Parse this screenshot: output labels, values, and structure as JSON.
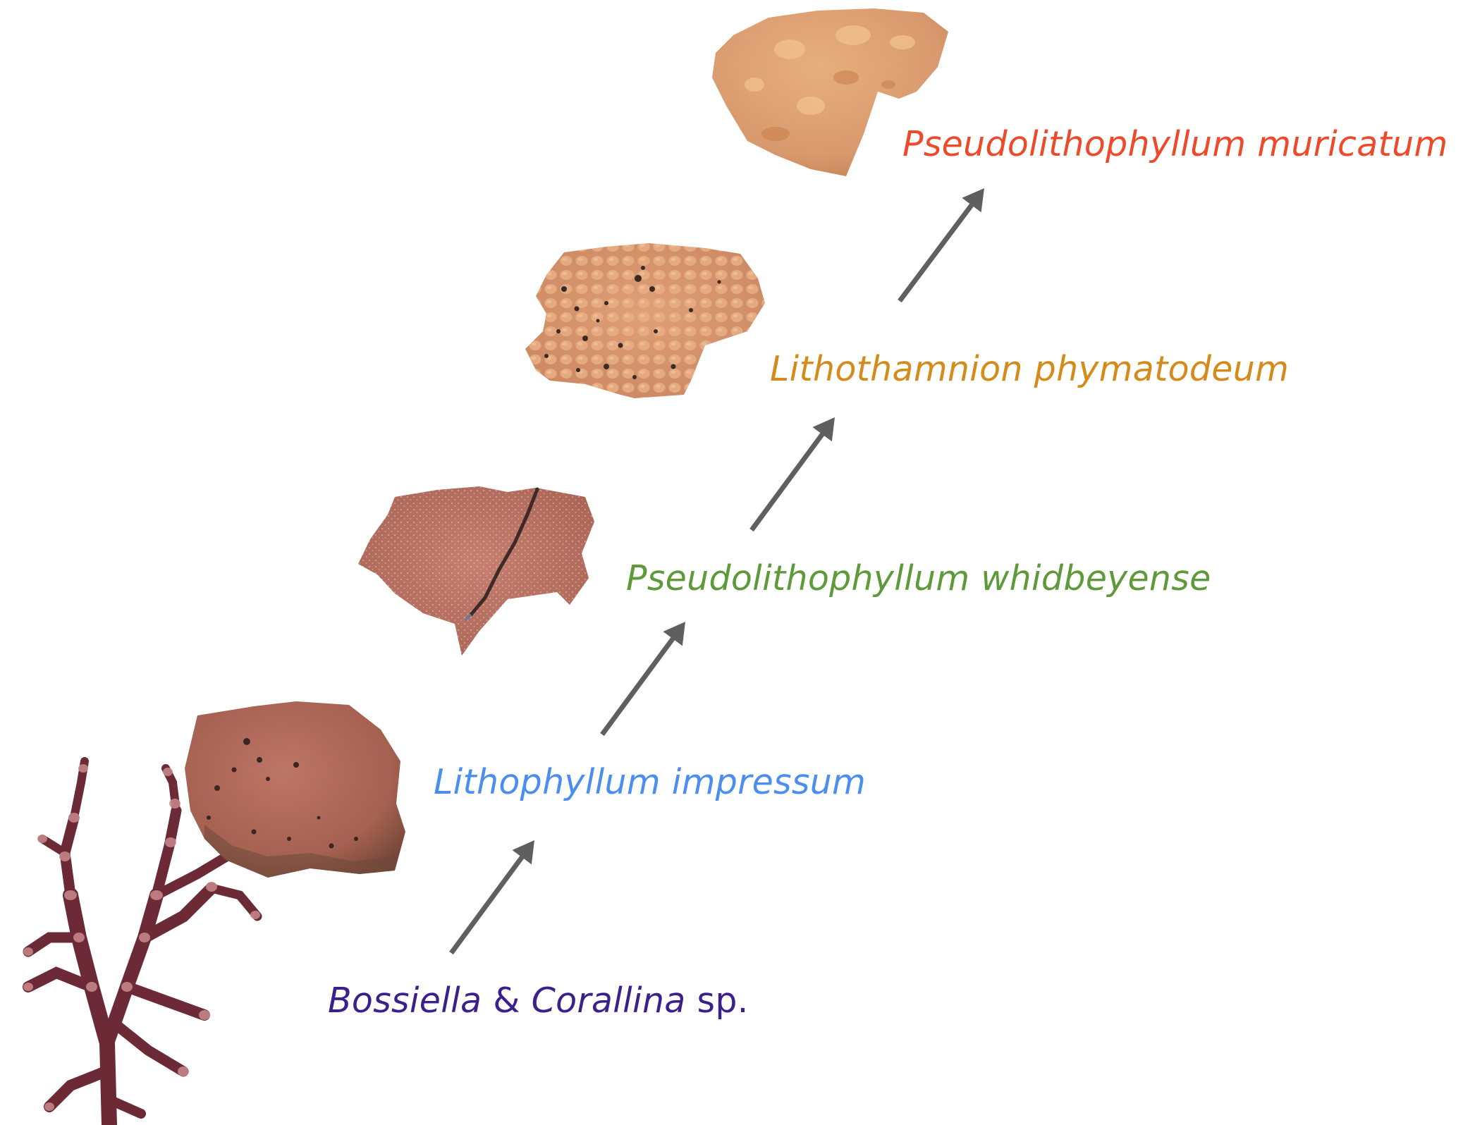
{
  "colors": {
    "arrow": "#5f5f5f",
    "bossiella_label": "#3b1f8c",
    "impressum_label": "#4a8ef0",
    "whidbeyense_label": "#5f9a3a",
    "phymatodeum_label": "#d58a1c",
    "muricatum_label": "#ee4a2a"
  },
  "species": [
    {
      "id": "bossiella-corallina",
      "label_italic_1": "Bossiella",
      "label_plain_1": " & ",
      "label_italic_2": "Corallina",
      "label_plain_2": " sp.",
      "image": "articulated-branching-coralline-alga"
    },
    {
      "id": "lithophyllum-impressum",
      "label": "Lithophyllum impressum",
      "image": "pink-crustose-coralline-fragment"
    },
    {
      "id": "pseudolithophyllum-whidbeyense",
      "label": "Pseudolithophyllum whidbeyense",
      "image": "cracked-flat-crust-fragment"
    },
    {
      "id": "lithothamnion-phymatodeum",
      "label": "Lithothamnion phymatodeum",
      "image": "bumpy-orange-crust-fragment"
    },
    {
      "id": "pseudolithophyllum-muricatum",
      "label": "Pseudolithophyllum muricatum",
      "image": "thick-tan-nodular-crust"
    }
  ],
  "arrows": [
    {
      "from": "bossiella-corallina",
      "to": "lithophyllum-impressum"
    },
    {
      "from": "lithophyllum-impressum",
      "to": "pseudolithophyllum-whidbeyense"
    },
    {
      "from": "pseudolithophyllum-whidbeyense",
      "to": "lithothamnion-phymatodeum"
    },
    {
      "from": "lithothamnion-phymatodeum",
      "to": "pseudolithophyllum-muricatum"
    }
  ]
}
